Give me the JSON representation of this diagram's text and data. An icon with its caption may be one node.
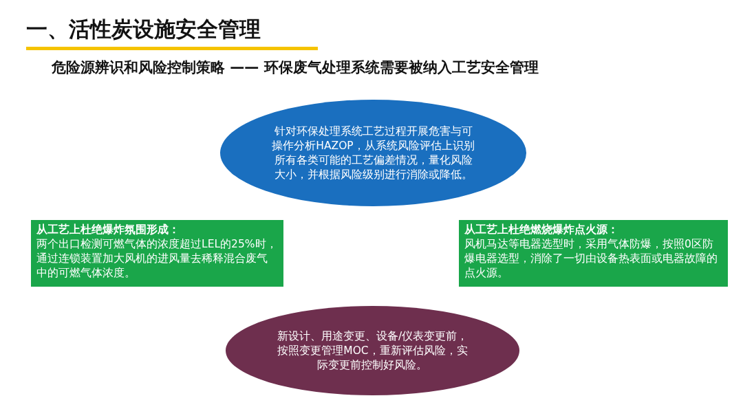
{
  "diagram": {
    "title": "一、活性炭设施安全管理",
    "nodes": [
      {
        "text": [
          "针对环保处理系统工艺过程开展危害与可操作分析HAZOP，从系统风险评估上识别所有各类可能的工艺偏差情况，量化风险大小，并根据风险级别进行消除或降低。"
        ]
      },
      {
        "text": [
          "从工艺上杜绝爆炸氛围形成：",
          "两个出口检测可燃气体的浓度超过LEL的25%时，通过连锁装置加大风机的进风量去稀释混合废气中的可燃气体浓度。"
        ]
      },
      {
        "text": [
          "从工艺上杜绝燃烧爆炸点火源：",
          "风机马达等电器选型时，采用气体防爆，按照0区防爆电器选型，消除了一切由设备热表面或电器故障的点火源。"
        ]
      },
      {
        "text": [
          "新设计、用途变更、设备/仪表变更前，按照变更管理MOC，重新评估风险，实际变更前控制好风险。"
        ]
      }
    ],
    "labels": [
      "危险源辨识和风险控制策略 —— 环保废气处理系统需要被纳入工艺安全管理"
    ]
  }
}
